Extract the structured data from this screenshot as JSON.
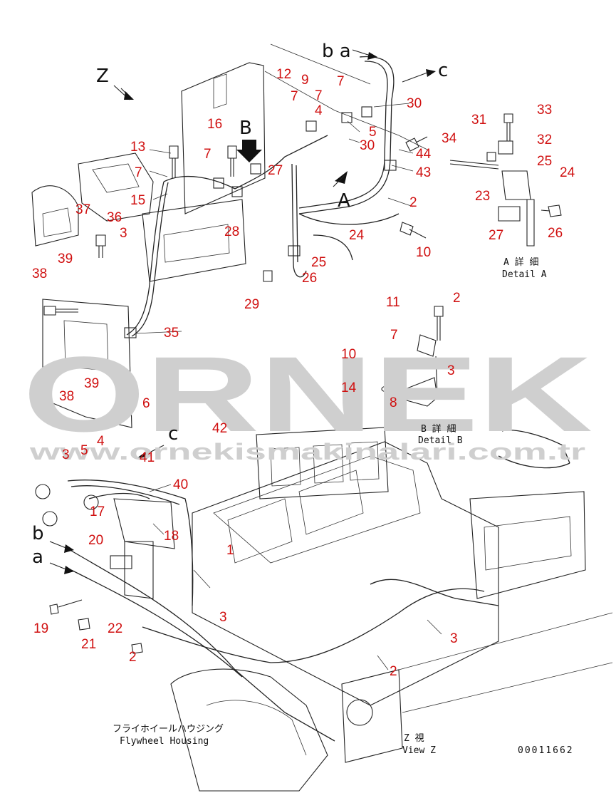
{
  "view_letters": {
    "z": "Z",
    "b": "B",
    "a": "A",
    "ba": "b a",
    "c_top": "c",
    "c_mid": "c",
    "b_left": "b",
    "a_left": "a"
  },
  "captions": {
    "detail_a_jp": "A 詳 細",
    "detail_a_en": "Detail A",
    "detail_b_jp": "B 詳 細",
    "detail_b_en": "Detail B",
    "flywheel_jp": "フライホイールハウジング",
    "flywheel_en": "Flywheel Housing",
    "view_z_jp": "Z 視",
    "view_z_en": "View Z",
    "drawing_no": "00011662"
  },
  "watermark": {
    "brand": "ORNEK",
    "url": "www.ornekismakinalari.com.tr"
  },
  "part_numbers": {
    "p12": "12",
    "p9": "9",
    "p7a": "7",
    "p7b": "7",
    "p4a": "4",
    "p5a": "5",
    "p30a": "30",
    "p30b": "30",
    "p44": "44",
    "p43": "43",
    "p2a": "2",
    "p10a": "10",
    "p16": "16",
    "p13": "13",
    "p7c": "7",
    "p7d": "7",
    "p7e": "7",
    "p27a": "27",
    "p15": "15",
    "p37": "37",
    "p36": "36",
    "p3a": "3",
    "p28": "28",
    "p24a": "24",
    "p25a": "25",
    "p26a": "26",
    "p39a": "39",
    "p38a": "38",
    "p29": "29",
    "p35": "35",
    "p39b": "39",
    "p38b": "38",
    "p6": "6",
    "p42": "42",
    "p4b": "4",
    "p5b": "5",
    "p3b": "3",
    "p41": "41",
    "p40": "40",
    "p17": "17",
    "p18": "18",
    "p20": "20",
    "p1": "1",
    "p3c": "3",
    "p19": "19",
    "p22": "22",
    "p21": "21",
    "p2b": "2",
    "p2c": "2",
    "p3d": "3",
    "p33": "33",
    "p31": "31",
    "p32": "32",
    "p34": "34",
    "p25b": "25",
    "p24b": "24",
    "p23": "23",
    "p27b": "27",
    "p26b": "26",
    "p11": "11",
    "p2d": "2",
    "p7f": "7",
    "p10b": "10",
    "p3e": "3",
    "p14": "14",
    "p8": "8"
  }
}
